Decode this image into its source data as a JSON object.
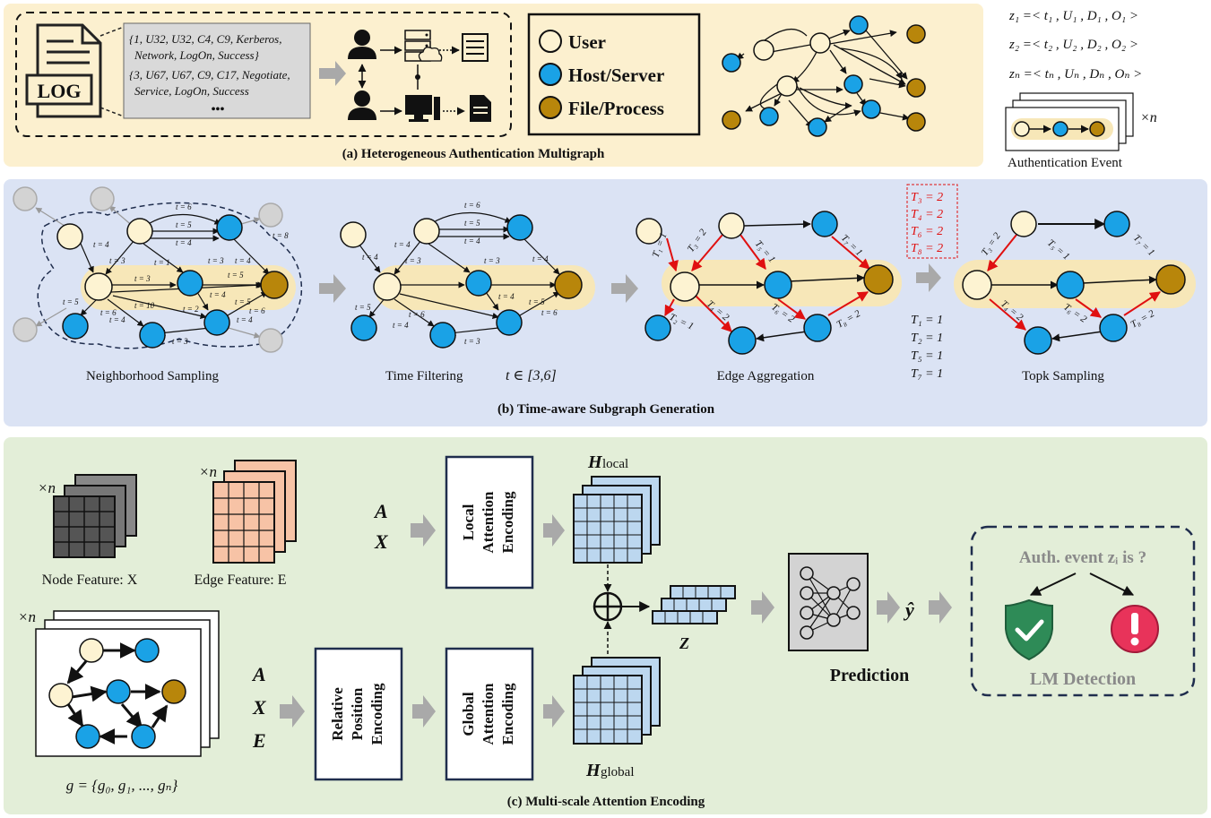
{
  "panel_a": {
    "title": "(a) Heterogeneous Authentication Multigraph",
    "log_label": "LOG",
    "log_record_1": [
      "{1, U32, U32, C4, C9, Kerberos,",
      "Network, LogOn, Success}"
    ],
    "log_record_2": [
      "{3, U67, U67, C9, C17, Negotiate,",
      "Service, LogOn, Success"
    ],
    "log_ellipsis": "•••",
    "legend": [
      {
        "label": "User",
        "color": "#fdf3d2"
      },
      {
        "label": "Host/Server",
        "color": "#1aa2e6"
      },
      {
        "label": "File/Process",
        "color": "#b8860b"
      }
    ]
  },
  "auth_events": {
    "lines": [
      "z₁ =< t₁ , U₁ , D₁ , O₁ >",
      "z₂ =< t₂ , U₂ , D₂ , O₂ >",
      "zₙ =< tₙ , Uₙ , Dₙ , Oₙ >"
    ],
    "times_n": "×n",
    "caption": "Authentication Event"
  },
  "panel_b": {
    "title": "(b) Time-aware Subgraph Generation",
    "steps": [
      "Neighborhood Sampling",
      "Time Filtering",
      "Edge Aggregation",
      "Topk Sampling"
    ],
    "time_range": "t ∈ [3,6]",
    "red_weights": [
      "T₃ = 2",
      "T₄ = 2",
      "T₆ = 2",
      "T₈ = 2"
    ],
    "black_weights": [
      "T₁ = 1",
      "T₂ = 1",
      "T₅ = 1",
      "T₇ = 1"
    ],
    "edge_labels_sampling": [
      "t = 6",
      "t = 5",
      "t = 4",
      "t = 4",
      "t = 3",
      "t = 1",
      "t = 3",
      "t = 4",
      "t = 8",
      "t = 5",
      "t = 10",
      "t = 6",
      "t = 2",
      "t = 4",
      "t = 5",
      "t = 4",
      "t = 6",
      "t = 3",
      "t = 4",
      "t = 3",
      "t = 5"
    ],
    "edge_labels_filtering": [
      "t = 6",
      "t = 5",
      "t = 4",
      "t = 4",
      "t = 3",
      "t = 4",
      "t = 3",
      "t = 5",
      "t = 6",
      "t = 4",
      "t = 4",
      "t = 5",
      "t = 6",
      "t = 3",
      "t = 4"
    ],
    "edge_labels_aggregation": [
      "T₁ = 1",
      "T₃ = 2",
      "T₅ = 1",
      "T₇ = 1",
      "T₂ = 1",
      "T₄ = 2",
      "T₆ = 2",
      "T₈ = 2"
    ],
    "edge_labels_topk": [
      "T₃ = 2",
      "T₅ = 1",
      "T₇ = 1",
      "T₄ = 2",
      "T₆ = 2",
      "T₈ = 2"
    ]
  },
  "panel_c": {
    "title": "(c) Multi-scale Attention Encoding",
    "node_feature": "Node Feature: X",
    "edge_feature": "Edge Feature: E",
    "times_n": "×n",
    "graph_set": "g = {g₀, g₁, ..., gₙ}",
    "input_top": [
      "A",
      "X"
    ],
    "input_bottom": [
      "A",
      "X",
      "E"
    ],
    "local_block": [
      "Local",
      "Attention",
      "Encoding"
    ],
    "global_block": [
      "Global",
      "Attention",
      "Encoding"
    ],
    "rpe_block": [
      "Relative",
      "Position",
      "Encoding"
    ],
    "h_local": "H",
    "h_local_sub": "local",
    "h_global": "H",
    "h_global_sub": "global",
    "z_label": "Z",
    "plus": "⊕",
    "prediction": "Prediction",
    "y_hat": "ŷ",
    "question": "Auth. event  zᵢ is ?",
    "detection": "LM Detection",
    "colors": {
      "node_gray": "#555555",
      "edge_salmon": "#f7c3a6",
      "h_blue": "#bcd7ef",
      "shield_green": "#2e8b57",
      "alert_red": "#e8335a"
    }
  },
  "colors": {
    "panel_a_bg": "#fcf0cf",
    "panel_b_bg": "#dbe3f4",
    "panel_c_bg": "#e3eed8",
    "user": "#fdf3d2",
    "host": "#1aa2e6",
    "file": "#b8860b",
    "ghost": "#d3d3d3",
    "red_edge": "#e01010",
    "highlight": "#f7e7b8"
  }
}
